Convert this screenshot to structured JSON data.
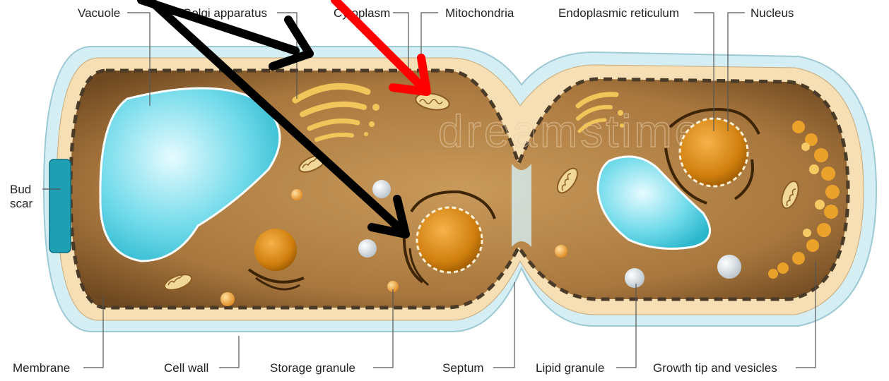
{
  "labels": {
    "vacuole": "Vacuole",
    "golgi": "Golgi apparatus",
    "cytoplasm": "Cytoplasm",
    "mitochondria": "Mitochondria",
    "er": "Endoplasmic reticulum",
    "nucleus": "Nucleus",
    "bud_scar_1": "Bud",
    "bud_scar_2": "scar",
    "membrane": "Membrane",
    "cell_wall": "Cell wall",
    "storage_granule": "Storage granule",
    "septum": "Septum",
    "lipid_granule": "Lipid granule",
    "growth_tip": "Growth tip and vesicles"
  },
  "watermark": "dreamstime",
  "colors": {
    "cell_wall": "#cfe9ef",
    "membrane": "#f6dfb4",
    "cytoplasm": "#b8864a",
    "cytoplasm_dark": "#7d5224",
    "vacuole": "#5fd2e0",
    "nucleus": "#d98a1a",
    "arrow_black": "#000000",
    "arrow_red": "#ff0000",
    "growth_vesicles": "#f4a82a"
  }
}
